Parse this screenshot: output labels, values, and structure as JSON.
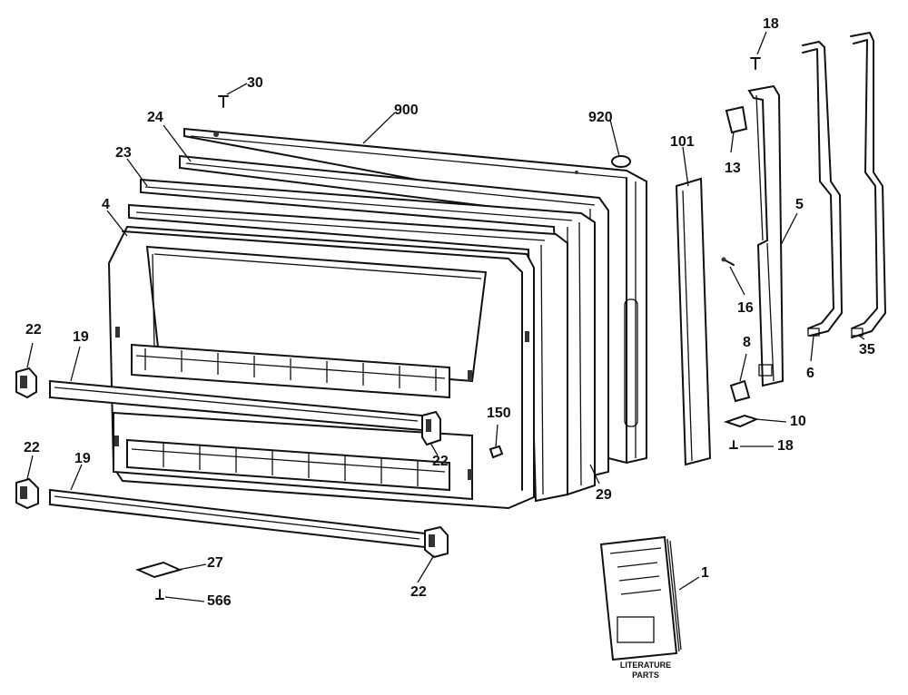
{
  "callouts": {
    "p30": "30",
    "p900": "900",
    "p24": "24",
    "p23": "23",
    "p4": "4",
    "p920": "920",
    "p101": "101",
    "p18_top": "18",
    "p13": "13",
    "p5": "5",
    "p16": "16",
    "p8": "8",
    "p10": "10",
    "p18_bottom": "18",
    "p6": "6",
    "p35": "35",
    "p22_left_top": "22",
    "p19_top": "19",
    "p22_left_bottom": "22",
    "p19_bottom": "19",
    "p150": "150",
    "p22_mid": "22",
    "p29": "29",
    "p27": "27",
    "p566": "566",
    "p22_bottom": "22",
    "p1": "1"
  },
  "literature": {
    "line1": "LITERATURE",
    "line2": "PARTS"
  }
}
